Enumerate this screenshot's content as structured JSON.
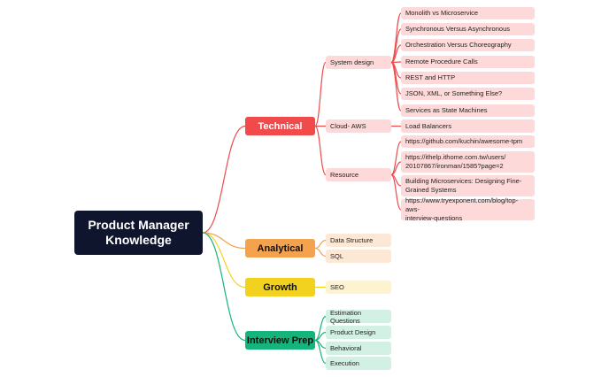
{
  "root": {
    "title_line1": "Product Manager",
    "title_line2": "Knowledge"
  },
  "colors": {
    "root": "#10152e",
    "technical": "#f04a4a",
    "technical_light": "#fdd9d9",
    "analytical": "#f5a24f",
    "analytical_light": "#fde8d6",
    "growth": "#f2d21f",
    "growth_light": "#fdf4cf",
    "interview": "#15b47a",
    "interview_light": "#d2f1e4"
  },
  "branches": {
    "technical": {
      "label": "Technical",
      "system_design": {
        "label": "System design",
        "items": [
          "Monolith vs Microservice",
          "Synchronous Versus Asynchronous",
          "Orchestration Versus Choreography",
          "Remote Procedure Calls",
          "REST and HTTP",
          "JSON, XML, or Something Else?",
          "Services as State Machines"
        ]
      },
      "cloud": {
        "label": "Cloud- AWS",
        "items": [
          "Load Balancers"
        ]
      },
      "resource": {
        "label": "Resource",
        "items": [
          {
            "line1": "https://github.com/kuchin/awesome-tpm",
            "line2": ""
          },
          {
            "line1": "https://ithelp.ithome.com.tw/users/",
            "line2": "20107867/ironman/1585?page=2"
          },
          {
            "line1": "Building Microservices: Designing Fine-",
            "line2": "Grained Systems"
          },
          {
            "line1": "https://www.tryexponent.com/blog/top-aws-",
            "line2": "interview-questions"
          }
        ]
      }
    },
    "analytical": {
      "label": "Analytical",
      "items": [
        "Data Structure",
        "SQL"
      ]
    },
    "growth": {
      "label": "Growth",
      "items": [
        "SEO"
      ]
    },
    "interview": {
      "label": "Interview Prep",
      "items": [
        "Estimation Questions",
        "Product Design",
        "Behavioral",
        "Execution"
      ]
    }
  }
}
